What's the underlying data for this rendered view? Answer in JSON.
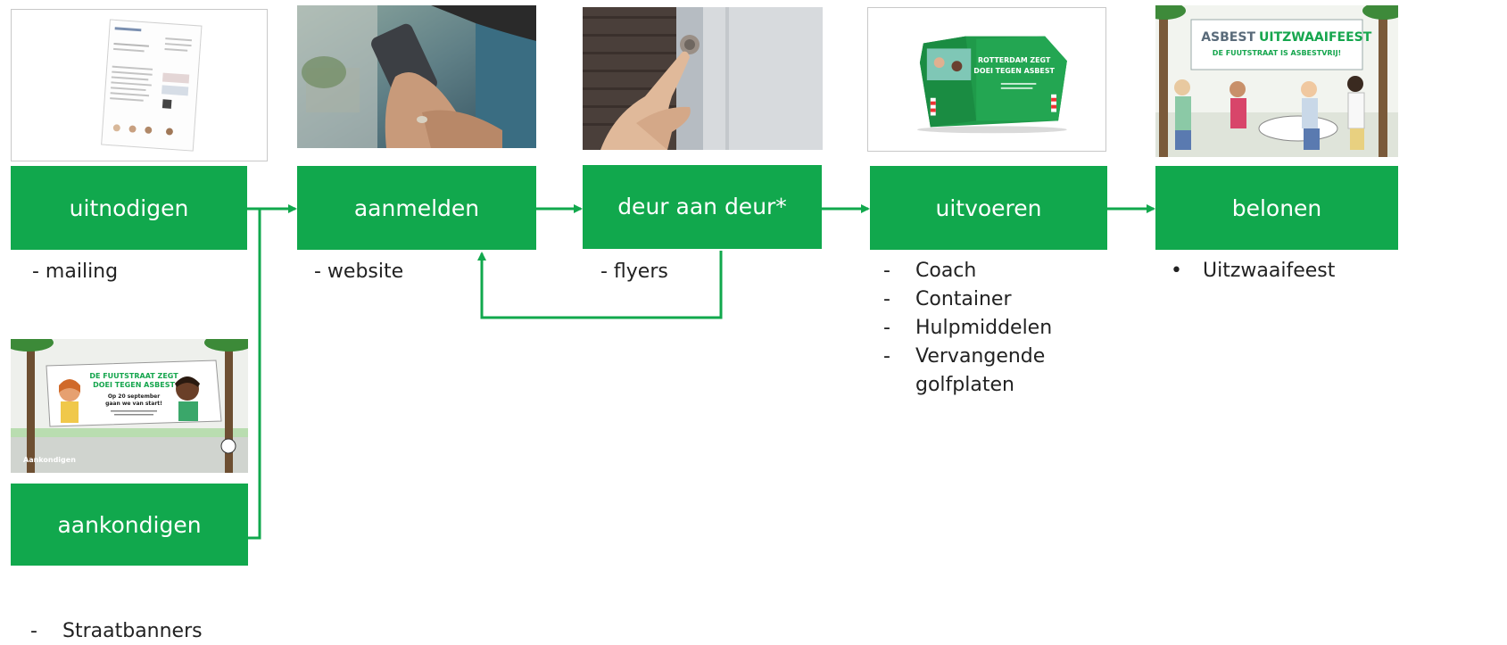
{
  "colors": {
    "accent": "#11a84d",
    "text": "#222222"
  },
  "steps": [
    {
      "label": "uitnodigen"
    },
    {
      "label": "aanmelden"
    },
    {
      "label": "deur aan deur*"
    },
    {
      "label": "uitvoeren"
    },
    {
      "label": "belonen"
    },
    {
      "label": "aankondigen"
    }
  ],
  "notes": {
    "uitnodigen": "- mailing",
    "aanmelden": "- website",
    "deur": "- flyers"
  },
  "lists": {
    "uitvoeren": {
      "marker": "-",
      "items": [
        "Coach",
        "Container",
        "Hulpmiddelen",
        "Vervangende golfplaten"
      ]
    },
    "belonen": {
      "marker": "•",
      "items": [
        "Uitzwaaifeest"
      ]
    },
    "aankondigen": {
      "marker": "-",
      "items": [
        "Straatbanners"
      ]
    }
  },
  "images": {
    "belonen": {
      "title_part1": "ASBEST",
      "title_part2": "UITZWAAIFEEST",
      "subtitle": "DE FUUTSTRAAT IS ASBESTVRIJ!"
    },
    "uitvoeren": {
      "line1": "ROTTERDAM ZEGT",
      "line2": "DOEI TEGEN ASBEST"
    },
    "aankondigen": {
      "line1": "DE FUUTSTRAAT ZEGT",
      "line2": "DOEI TEGEN ASBEST",
      "line3": "Op 20 september",
      "line4": "gaan we van start!",
      "caption": "Aankondigen"
    }
  }
}
